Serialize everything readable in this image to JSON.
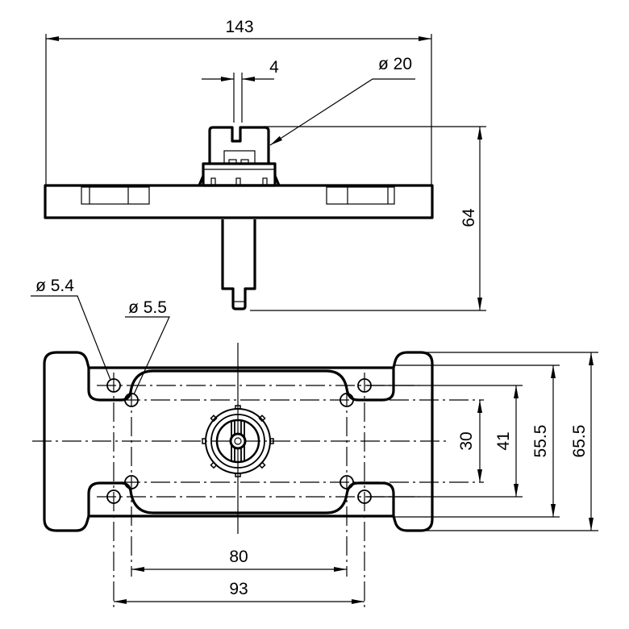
{
  "title": "Dimensional drawing",
  "dimensions": {
    "overall_width": "143",
    "slot_width": "4",
    "connector_diameter": "ø 20",
    "height": "64",
    "hole_diameter_outer": "ø 5.4",
    "hole_diameter_inner": "ø 5.5",
    "inner_hole_spacing_h": "80",
    "outer_hole_spacing_h": "93",
    "inner_hole_spacing_v": "30",
    "outer_hole_spacing_v": "41",
    "pocket_height": "55.5",
    "overall_height": "65.5"
  }
}
